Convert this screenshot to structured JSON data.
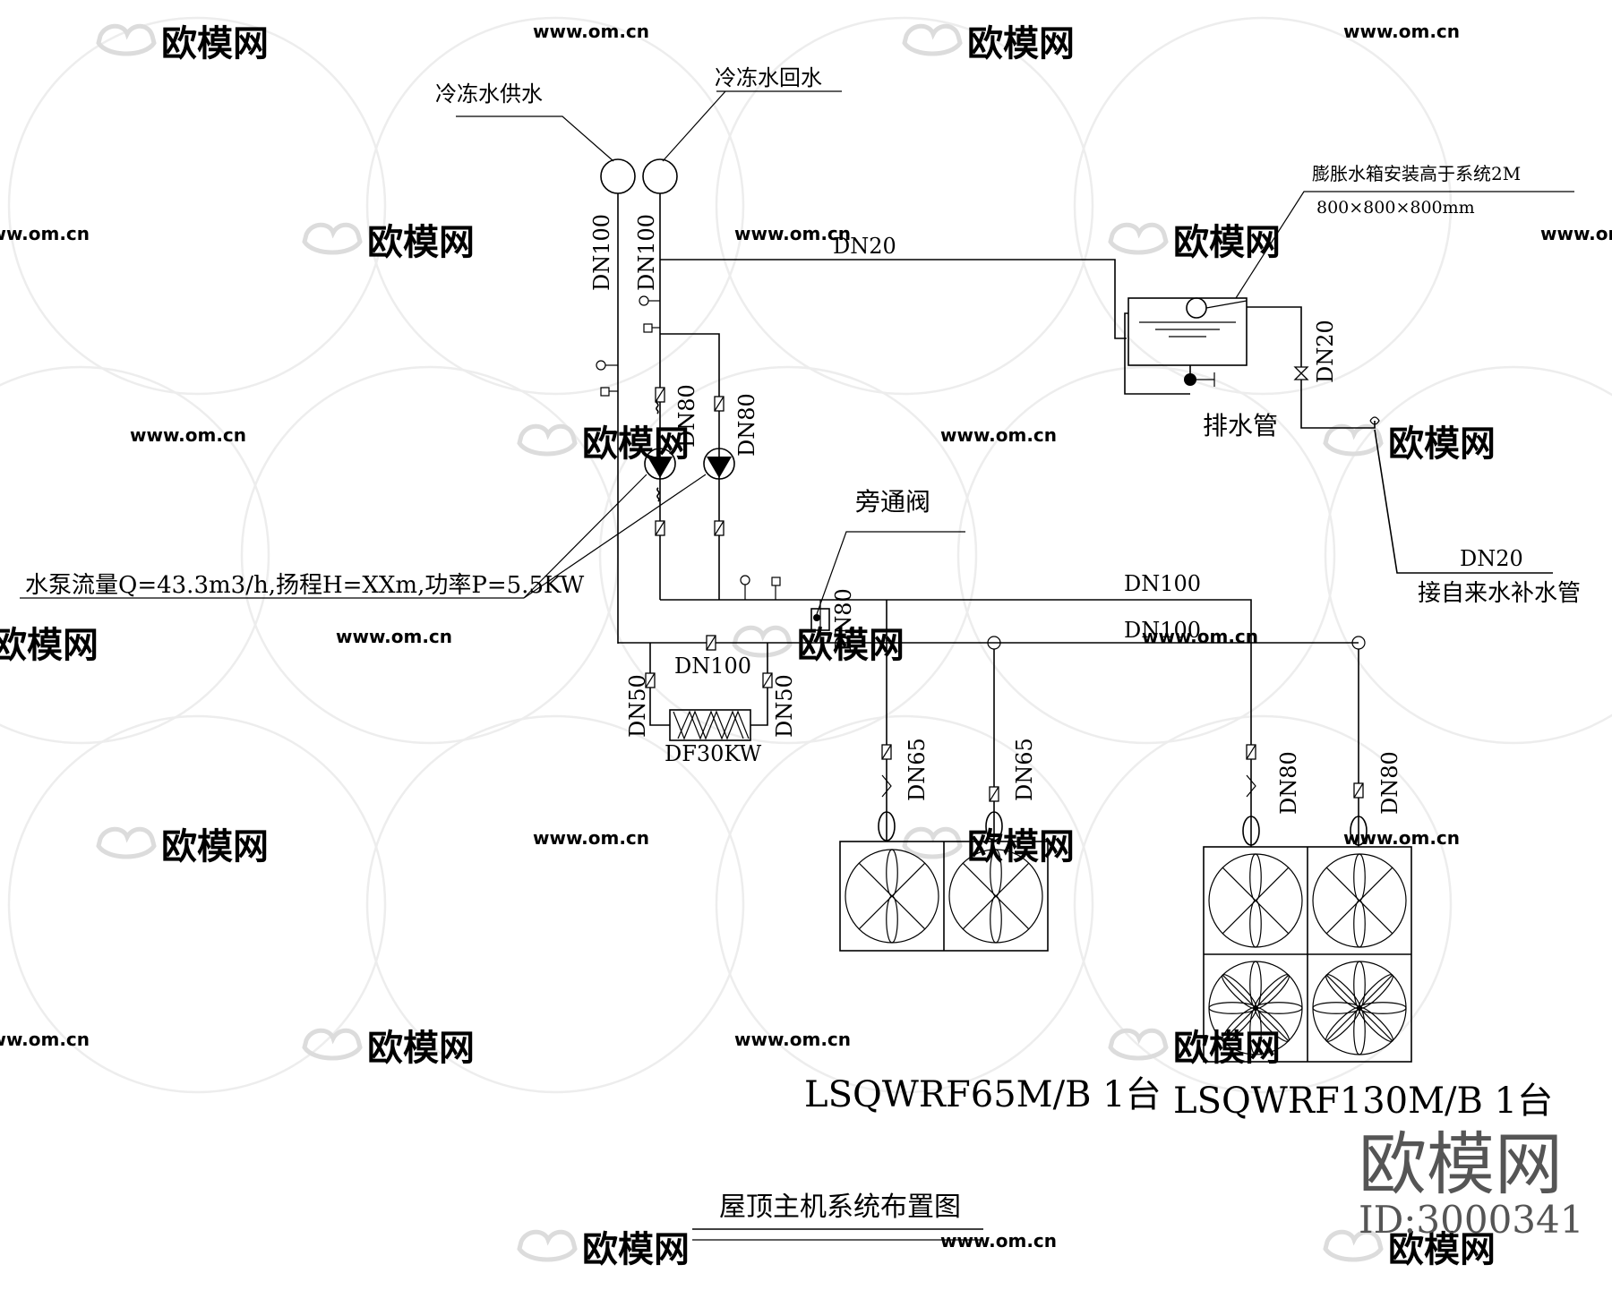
{
  "labels": {
    "supply": "冷冻水供水",
    "return": "冷冻水回水",
    "bypass": "旁通阀",
    "drain": "排水管",
    "tank_note": "膨胀水箱安装高于系统2M",
    "tank_size": "800×800×800mm",
    "makeup_dn": "DN20",
    "makeup": "接自来水补水管",
    "pump_spec": "水泵流量Q=43.3m3/h,扬程H=XXm,功率P=5.5KW",
    "heater": "DF30KW",
    "unit_small": "LSQWRF65M/B  1台",
    "unit_large": "LSQWRF130M/B  1台",
    "title": "屋顶主机系统布置图"
  },
  "dn": {
    "supply_main": "DN100",
    "return_main": "DN100",
    "expansion": "DN20",
    "tank_out": "DN20",
    "pump1": "DN80",
    "pump2": "DN80",
    "bypass": "DN80",
    "header_top": "DN100",
    "header_bottom": "DN100",
    "heater_in": "DN50",
    "heater_out": "DN50",
    "heater_line": "DN100",
    "unit1_a": "DN65",
    "unit1_b": "DN65",
    "unit2_a": "DN80",
    "unit2_b": "DN80"
  },
  "watermark": {
    "brand": "欧模网",
    "site": "www.om.cn",
    "id": "ID:3000341"
  }
}
